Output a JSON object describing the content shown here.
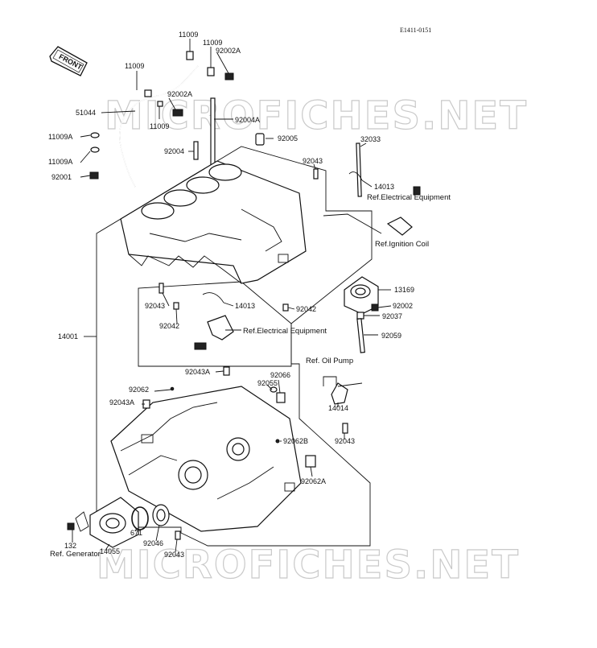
{
  "diagram_code": "E1411-0151",
  "front_arrow": "FRONT",
  "watermark": "MICROFICHES.NET",
  "labels": {
    "p11009_a": "11009",
    "p11009_b": "11009",
    "p92002A_a": "92002A",
    "p11009_c": "11009",
    "p92002A_b": "92002A",
    "p51044": "51044",
    "p92004A": "92004A",
    "p11009_d": "11009",
    "p11009A_a": "11009A",
    "p92005": "92005",
    "p92004": "92004",
    "p32033": "32033",
    "p11009A_b": "11009A",
    "p92043_a": "92043",
    "p92001": "92001",
    "p14013_a": "14013",
    "ref_elec_a": "Ref.Electrical Equipment",
    "ref_ignition": "Ref.Ignition Coil",
    "p13169": "13169",
    "p92043_b": "92043",
    "p14013_b": "14013",
    "p92042_a": "92042",
    "p92002": "92002",
    "p92037": "92037",
    "p92042_b": "92042",
    "ref_elec_b": "Ref.Electrical Equipment",
    "p92059": "92059",
    "p14001": "14001",
    "ref_oil_pump": "Ref. Oil Pump",
    "p92043A_a": "92043A",
    "p92066": "92066",
    "p92055": "92055",
    "p92062": "92062",
    "p92043A_b": "92043A",
    "p14014": "14014",
    "p92062B": "92062B",
    "p92043_c": "92043",
    "p92062A": "92062A",
    "p132": "132",
    "p671": "671",
    "ref_generator": "Ref. Generator",
    "p14055": "14055",
    "p92046": "92046",
    "p92043_d": "92043"
  }
}
